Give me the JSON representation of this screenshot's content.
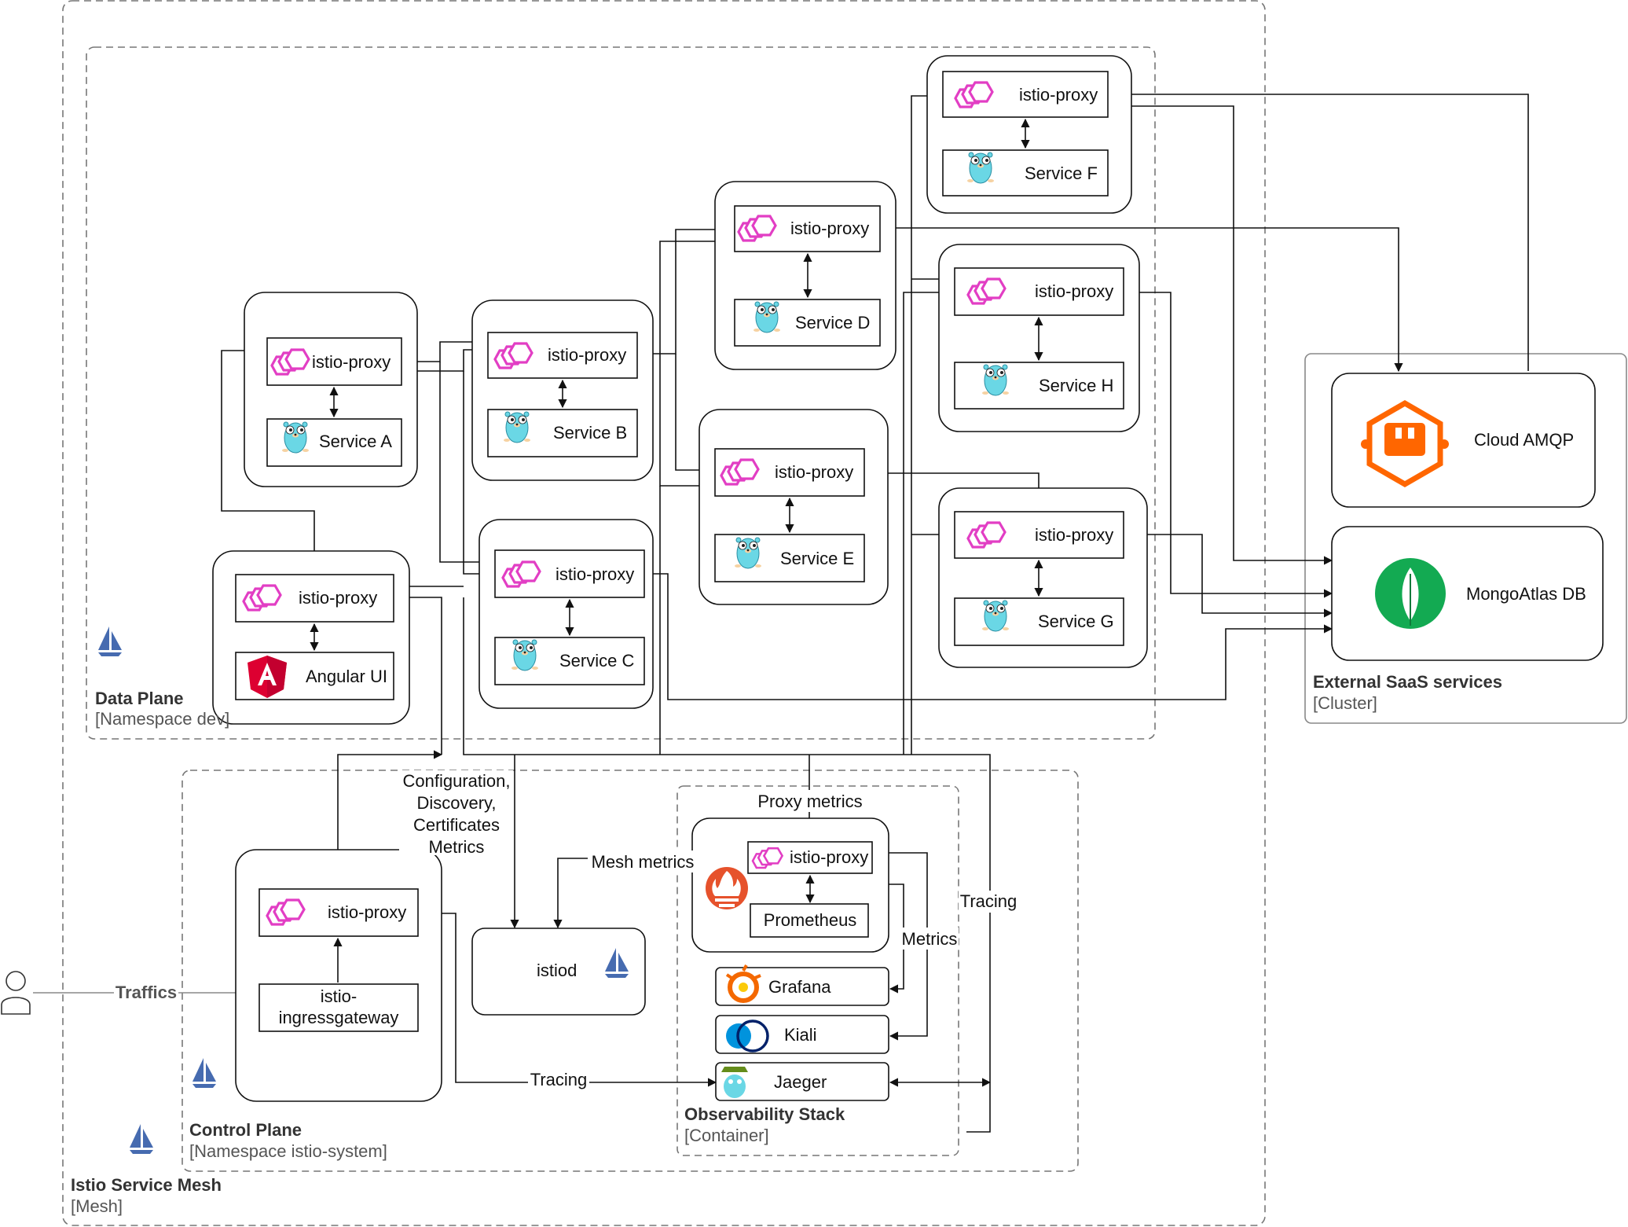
{
  "colors": {
    "envoy": "#e23ec4",
    "gopher": "#6ad7e5",
    "angular": "#dd0031",
    "amqp": "#ff6600",
    "mongo": "#13aa52",
    "prometheus": "#e6522c",
    "istio": "#466bb0",
    "grafana": "#f46800",
    "kiali": "#0093dd"
  },
  "boundaries": {
    "mesh": {
      "title": "Istio Service Mesh",
      "subtitle": "[Mesh]"
    },
    "data_plane": {
      "title": "Data Plane",
      "subtitle": "[Namespace dev]"
    },
    "control_plane": {
      "title": "Control Plane",
      "subtitle": "[Namespace istio-system]"
    },
    "observability": {
      "title": "Observability Stack",
      "subtitle": "[Container]"
    },
    "external": {
      "title": "External SaaS services",
      "subtitle": "[Cluster]"
    }
  },
  "proxy_label": "istio-proxy",
  "services": {
    "a": "Service A",
    "b": "Service B",
    "c": "Service C",
    "d": "Service D",
    "e": "Service E",
    "f": "Service F",
    "g": "Service G",
    "h": "Service H",
    "ui": "Angular UI"
  },
  "control": {
    "ingress_line1": "istio-",
    "ingress_line2": "ingressgateway",
    "istiod": "istiod"
  },
  "observability": {
    "prometheus": "Prometheus",
    "grafana": "Grafana",
    "kiali": "Kiali",
    "jaeger": "Jaeger"
  },
  "external": {
    "amqp": "Cloud AMQP",
    "mongo": "MongoAtlas DB"
  },
  "labels": {
    "config_1": "Configuration,",
    "config_2": "Discovery,",
    "config_3": "Certificates",
    "config_4": "Metrics",
    "proxy_metrics": "Proxy metrics",
    "mesh_metrics": "Mesh metrics",
    "metrics": "Metrics",
    "tracing_right": "Tracing",
    "tracing_bottom": "Tracing",
    "traffics": "Traffics"
  },
  "icons": [
    "envoy-icon",
    "gopher-icon",
    "angular-icon",
    "istio-sail-icon",
    "rabbitmq-icon",
    "mongodb-leaf-icon",
    "prometheus-icon",
    "grafana-icon",
    "kiali-icon",
    "jaeger-icon",
    "user-icon"
  ]
}
